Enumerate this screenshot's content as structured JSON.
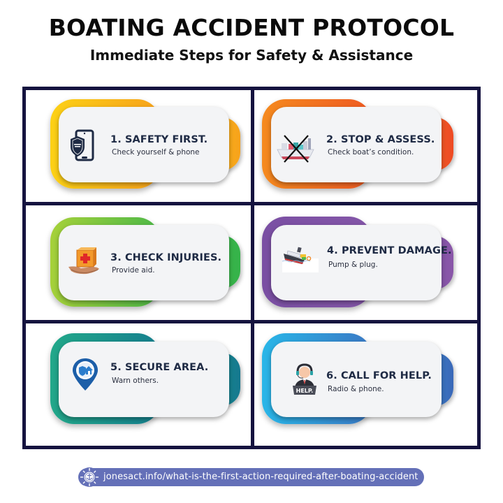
{
  "header": {
    "title": "BOATING ACCIDENT PROTOCOL",
    "subtitle": "Immediate Steps for Safety & Assistance"
  },
  "colors": {
    "frame": "#15133f",
    "card": "#f3f4f6",
    "title_text": "#1e2a44",
    "url_pill": "#6470b8"
  },
  "steps": [
    {
      "title": "1. SAFETY FIRST.",
      "description": "Check yourself & phone",
      "icon": "safety-phone-icon",
      "gradient": [
        "#fcd116",
        "#f7a21b"
      ]
    },
    {
      "title": "2. STOP & ASSESS.",
      "description": "Check boat’s condition.",
      "icon": "crossed-ship-icon",
      "gradient": [
        "#f58a1f",
        "#ee4a24"
      ]
    },
    {
      "title": "3. CHECK INJURIES.",
      "description": "Provide aid.",
      "icon": "first-aid-kit-icon",
      "gradient": [
        "#a6d13a",
        "#35b34a"
      ]
    },
    {
      "title": "4. PREVENT DAMAGE.",
      "description": "Pump & plug.",
      "icon": "sinking-boat-icon",
      "gradient": [
        "#7a4fa3",
        "#8a56a8"
      ]
    },
    {
      "title": "5. SECURE AREA.",
      "description": "Warn others.",
      "icon": "secure-location-pin-icon",
      "gradient": [
        "#22a88a",
        "#15788f"
      ]
    },
    {
      "title": "6. CALL FOR HELP.",
      "description": "Radio & phone.",
      "icon": "help-operator-icon",
      "gradient": [
        "#29b6e8",
        "#3a68b8"
      ]
    }
  ],
  "footer": {
    "url": "jonesact.info/what-is-the-first-action-required-after-boating-accident",
    "icon": "ship-wheel-anchor-icon"
  }
}
